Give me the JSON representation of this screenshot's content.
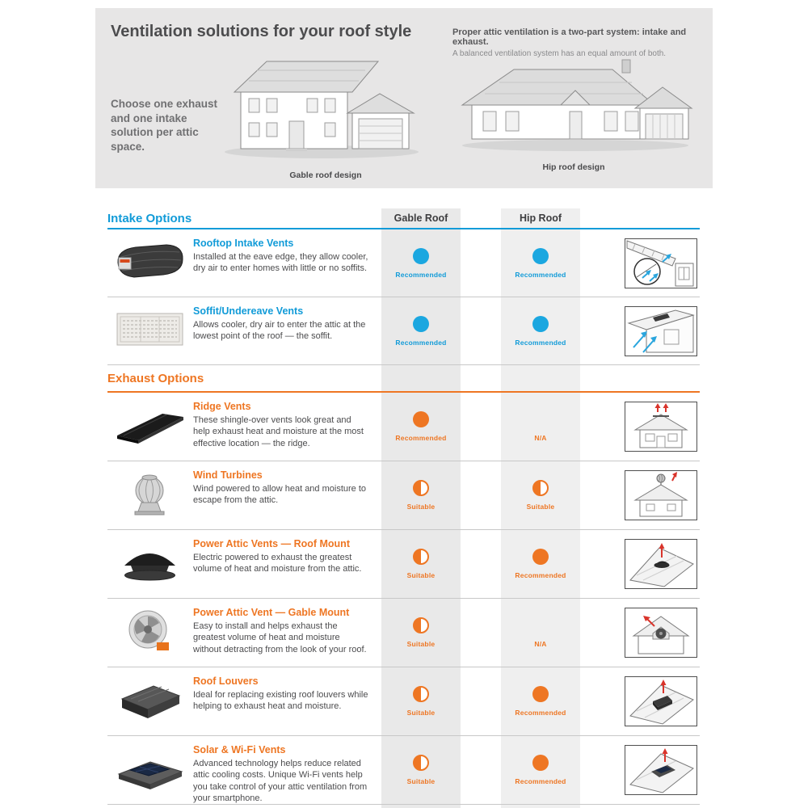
{
  "hero": {
    "title": "Ventilation solutions for your roof style",
    "note_bold": "Proper attic ventilation is a two-part system: intake and exhaust.",
    "note_sub": "A balanced ventilation system has an equal amount of both.",
    "choose_text": "Choose one exhaust and one intake solution per attic space.",
    "gable_caption": "Gable roof design",
    "hip_caption": "Hip roof design"
  },
  "colors": {
    "blue": "#119bd8",
    "orange": "#ee7623",
    "intake_dot": "#1ba7e0",
    "exhaust_dot": "#ee7623",
    "arrow_red": "#d9342b",
    "arrow_blue": "#29a5dd"
  },
  "table": {
    "intake_header": "Intake Options",
    "exhaust_header": "Exhaust Options",
    "columns": [
      "Gable Roof",
      "Hip Roof"
    ],
    "intake_rows": [
      {
        "title": "Rooftop Intake Vents",
        "description": "Installed at the eave edge, they allow cooler, dry air to enter homes with little or no soffits.",
        "icon": "rooftop-intake-vent",
        "illustration": "eave-intake",
        "gable": {
          "label": "Recommended",
          "mark": "full-blue"
        },
        "hip": {
          "label": "Recommended",
          "mark": "full-blue"
        }
      },
      {
        "title": "Soffit/Undereave Vents",
        "description": "Allows cooler, dry air to enter the attic at the lowest point of the roof — the soffit.",
        "icon": "soffit-vent",
        "illustration": "soffit-intake",
        "gable": {
          "label": "Recommended",
          "mark": "full-blue"
        },
        "hip": {
          "label": "Recommended",
          "mark": "full-blue"
        }
      }
    ],
    "exhaust_rows": [
      {
        "title": "Ridge Vents",
        "description": "These shingle-over vents look great and help exhaust heat and moisture at the most effective location — the ridge.",
        "icon": "ridge-vent",
        "illustration": "ridge-exhaust",
        "gable": {
          "label": "Recommended",
          "mark": "full-orange"
        },
        "hip": {
          "label": "N/A",
          "mark": "none"
        }
      },
      {
        "title": "Wind Turbines",
        "description": "Wind powered to allow heat and moisture to escape from the attic.",
        "icon": "wind-turbine",
        "illustration": "turbine-exhaust",
        "gable": {
          "label": "Suitable",
          "mark": "half-orange"
        },
        "hip": {
          "label": "Suitable",
          "mark": "half-orange"
        }
      },
      {
        "title": "Power Attic Vents — Roof Mount",
        "description": "Electric powered to exhaust the greatest volume of heat and moisture from the attic.",
        "icon": "power-attic-vent-roof",
        "illustration": "roof-mount-exhaust",
        "gable": {
          "label": "Suitable",
          "mark": "half-orange"
        },
        "hip": {
          "label": "Recommended",
          "mark": "full-orange"
        }
      },
      {
        "title": "Power Attic Vent — Gable Mount",
        "description": "Easy to install and helps exhaust the greatest volume of heat and moisture without detracting from the look of your roof.",
        "icon": "power-attic-vent-gable",
        "illustration": "gable-mount-exhaust",
        "gable": {
          "label": "Suitable",
          "mark": "half-orange"
        },
        "hip": {
          "label": "N/A",
          "mark": "none"
        }
      },
      {
        "title": "Roof Louvers",
        "description": "Ideal for replacing existing roof louvers while helping to exhaust heat and moisture.",
        "icon": "roof-louver",
        "illustration": "louver-exhaust",
        "gable": {
          "label": "Suitable",
          "mark": "half-orange"
        },
        "hip": {
          "label": "Recommended",
          "mark": "full-orange"
        }
      },
      {
        "title": "Solar & Wi-Fi Vents",
        "description": "Advanced technology helps reduce related attic cooling costs. Unique Wi-Fi vents help you take control of your attic ventilation from your smartphone.",
        "icon": "solar-vent",
        "illustration": "solar-exhaust",
        "gable": {
          "label": "Suitable",
          "mark": "half-orange"
        },
        "hip": {
          "label": "Recommended",
          "mark": "full-orange"
        }
      }
    ]
  }
}
